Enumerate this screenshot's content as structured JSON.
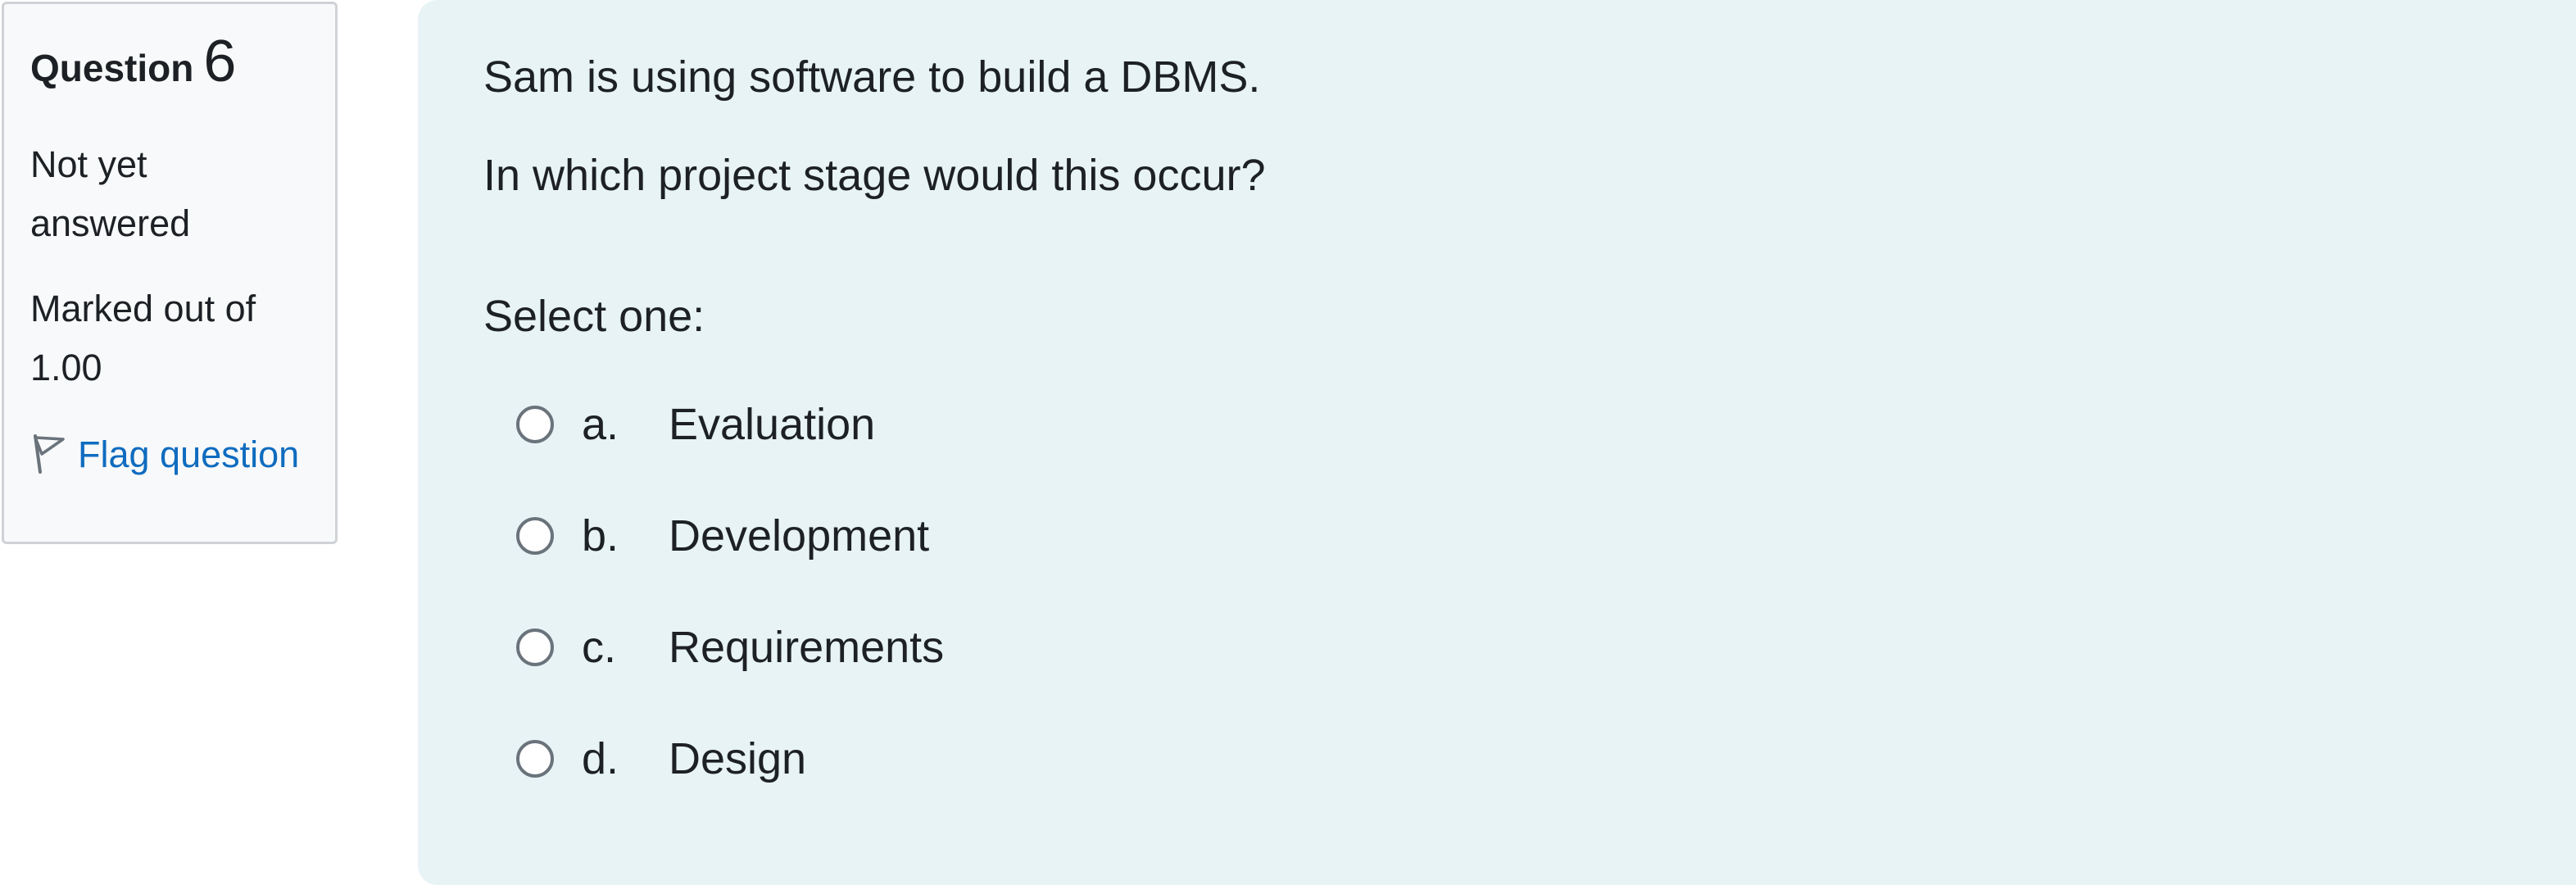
{
  "info": {
    "question_label": "Question",
    "question_number": "6",
    "state": "Not yet answered",
    "grade": "Marked out of 1.00",
    "flag_label": "Flag question"
  },
  "question": {
    "text_line1": "Sam is using software to build a DBMS.",
    "text_line2": "In which project stage would this occur?",
    "prompt": "Select one:",
    "options": [
      {
        "letter": "a.",
        "label": "Evaluation"
      },
      {
        "letter": "b.",
        "label": "Development"
      },
      {
        "letter": "c.",
        "label": "Requirements"
      },
      {
        "letter": "d.",
        "label": "Design"
      }
    ]
  },
  "icons": {
    "flag": "flag-icon",
    "radio": "radio-unchecked-icon"
  },
  "colors": {
    "link": "#0f6cbf",
    "content_background": "#e7f3f5",
    "info_background": "#f8f9fa"
  }
}
